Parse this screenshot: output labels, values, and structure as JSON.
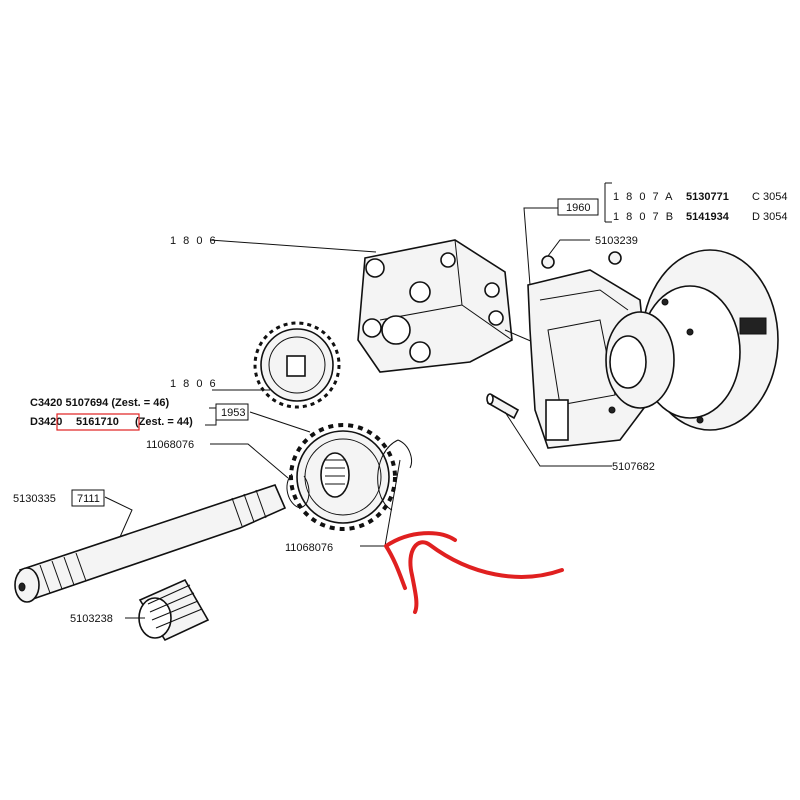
{
  "labels": {
    "pump_ref": "1 8 0 6",
    "gear_ref": "1 8 0 6",
    "variant_c": "C3420 5107694 (Zest. = 46)",
    "variant_d_prefix": "D3420",
    "variant_d_part": "5161710",
    "variant_d_suffix": "(Zest. = 44)",
    "box_1953": "1953",
    "box_1960": "1960",
    "box_7111": "7111",
    "opt_a_ref": "1 8 0 7  A",
    "opt_a_part": "5130771",
    "opt_a_suffix": "C 3054",
    "opt_b_ref": "1 8 0 7  B",
    "opt_b_part": "5141934",
    "opt_b_suffix": "D 3054",
    "part_5103239": "5103239",
    "part_5107682": "5107682",
    "part_11068076_top": "11068076",
    "part_11068076_bottom": "11068076",
    "part_5130335": "5130335",
    "part_5103238": "5103238"
  },
  "colors": {
    "line": "#111111",
    "highlight": "#e02020"
  },
  "annotations": {
    "arrow": "red-arrow-pointing-to-circlip",
    "highlight_box": "red-box-around-part-number"
  }
}
